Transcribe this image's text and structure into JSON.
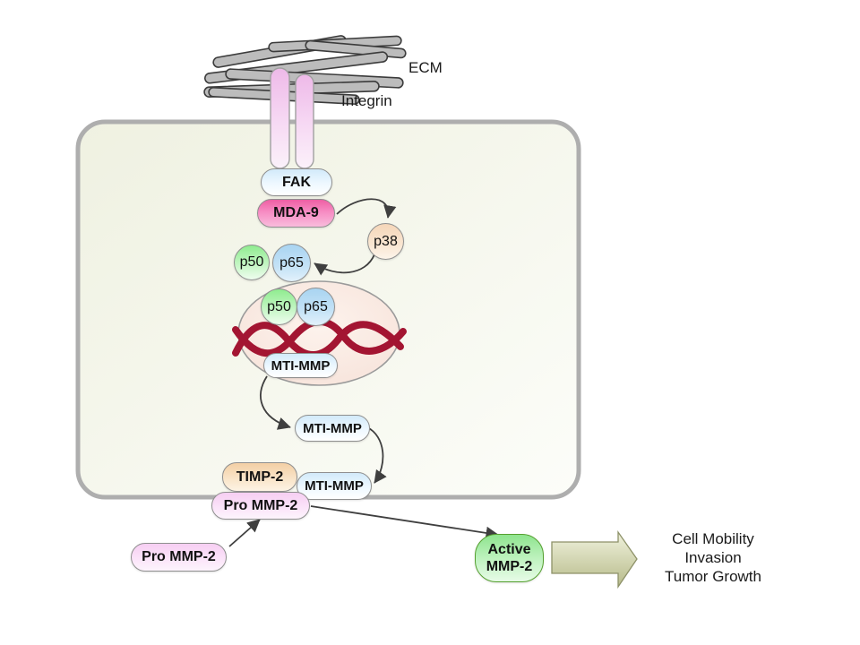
{
  "labels": {
    "ecm": "ECM",
    "integrin": "Integrin"
  },
  "nodes": {
    "fak": "FAK",
    "mda9": "MDA-9",
    "p38": "p38",
    "p50_cytoplasm": "p50",
    "p65_cytoplasm": "p65",
    "p50_nucleus": "p50",
    "p65_nucleus": "p65",
    "mt1mmp_nucleus": "MTI-MMP",
    "mt1mmp_cytoplasm": "MTI-MMP",
    "mt1mmp_membrane": "MTI-MMP",
    "timp2": "TIMP-2",
    "pro_mmp2_membrane": "Pro MMP-2",
    "pro_mmp2_extracellular": "Pro MMP-2",
    "active_mmp2_line1": "Active",
    "active_mmp2_line2": "MMP-2"
  },
  "outcomes": [
    "Cell Mobility",
    "Invasion",
    "Tumor Growth"
  ],
  "colors": {
    "mda9_pink": "#ee5fa4",
    "fak_blue": "#d2eafa",
    "p50_green": "#8fec8f",
    "p65_blue": "#a9d4f1",
    "p38_peach": "#f5d6b9",
    "timp2_peach": "#f3cfa5",
    "pro_mmp2_pink": "#f6cef2",
    "active_mmp2_green": "#8ee48e",
    "nucleus_peach": "#f6e1d8",
    "dna_red": "#a31532",
    "cell_fill": "#eff1e1",
    "membrane_gray": "#aeaeae",
    "ecm_gray": "#bcbcbc",
    "integrin_pink": "#eeb9e8",
    "arrow_dark": "#3f3f3f",
    "block_arrow_olive": "#b7bb8a"
  }
}
